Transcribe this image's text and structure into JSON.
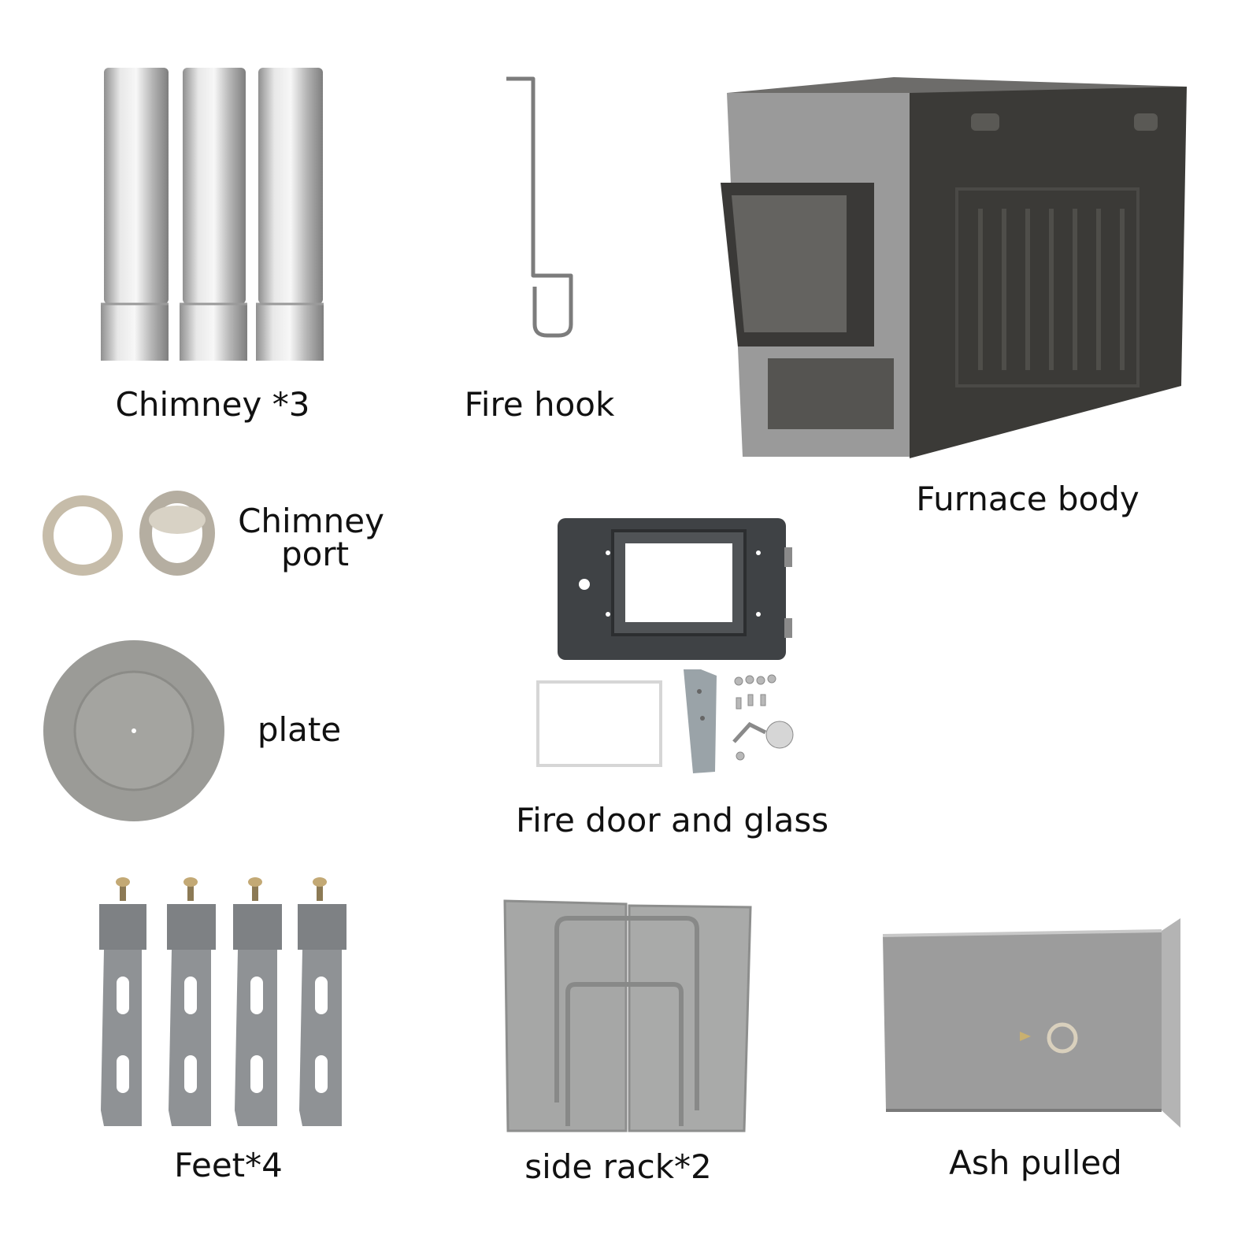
{
  "labels": {
    "chimney": "Chimney *3",
    "fire_hook": "Fire hook",
    "furnace_body": "Furnace body",
    "chimney_port_1": "Chimney",
    "chimney_port_2": "port",
    "plate": "plate",
    "fire_door": "Fire door and glass",
    "feet": "Feet*4",
    "side_rack": "side rack*2",
    "ash_pulled": "Ash pulled"
  },
  "colors": {
    "steel_light": "#d9d9d9",
    "steel_dark": "#8d8d8d",
    "furnace_dark": "#3b3a37",
    "furnace_grey": "#9a9a9a",
    "plate_grey": "#9b9b97"
  }
}
